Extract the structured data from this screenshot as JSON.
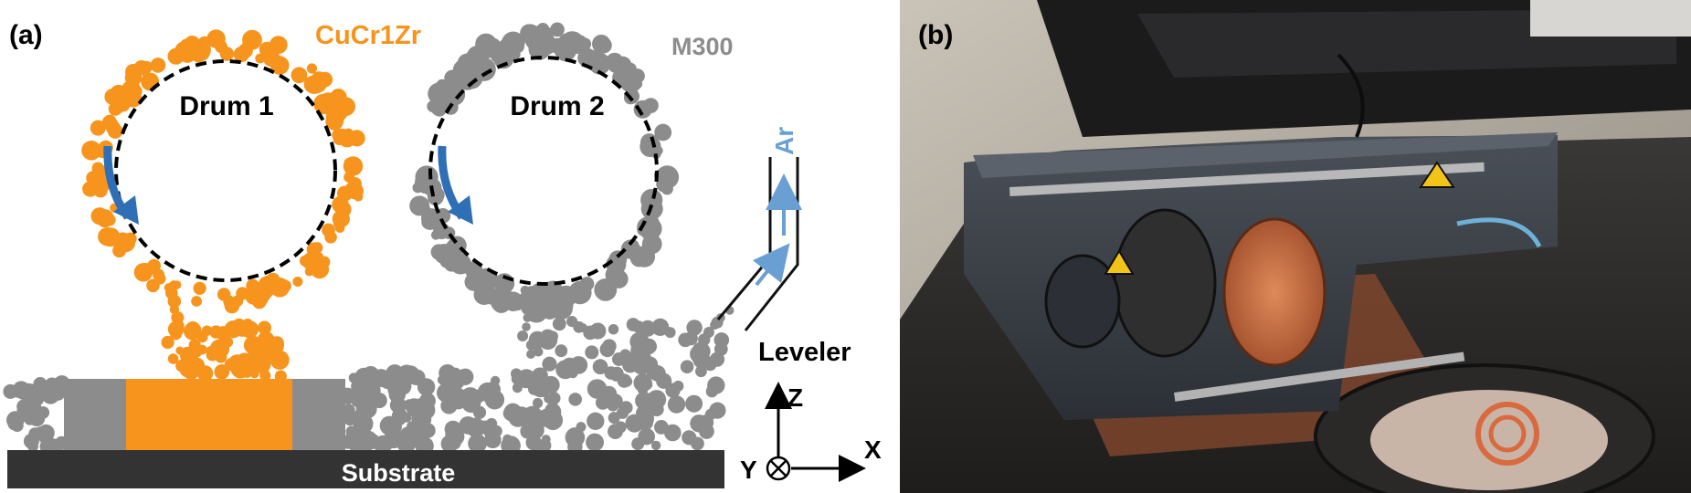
{
  "panel_a": {
    "label": "(a)",
    "material_1": "CuCr1Zr",
    "material_2": "M300",
    "drum_1": "Drum 1",
    "drum_2": "Drum 2",
    "gas": "Ar",
    "leveler": "Leveler",
    "substrate": "Substrate",
    "axis_z": "Z",
    "axis_x": "X",
    "axis_y": "Y",
    "colors": {
      "orange": "#f7941d",
      "gray": "#8c8c8c",
      "blue": "#2f6fb5",
      "light_blue": "#6a9fd4",
      "dark": "#333333"
    }
  },
  "panel_b": {
    "label": "(b)",
    "photo": "recoater-machine-photo"
  }
}
